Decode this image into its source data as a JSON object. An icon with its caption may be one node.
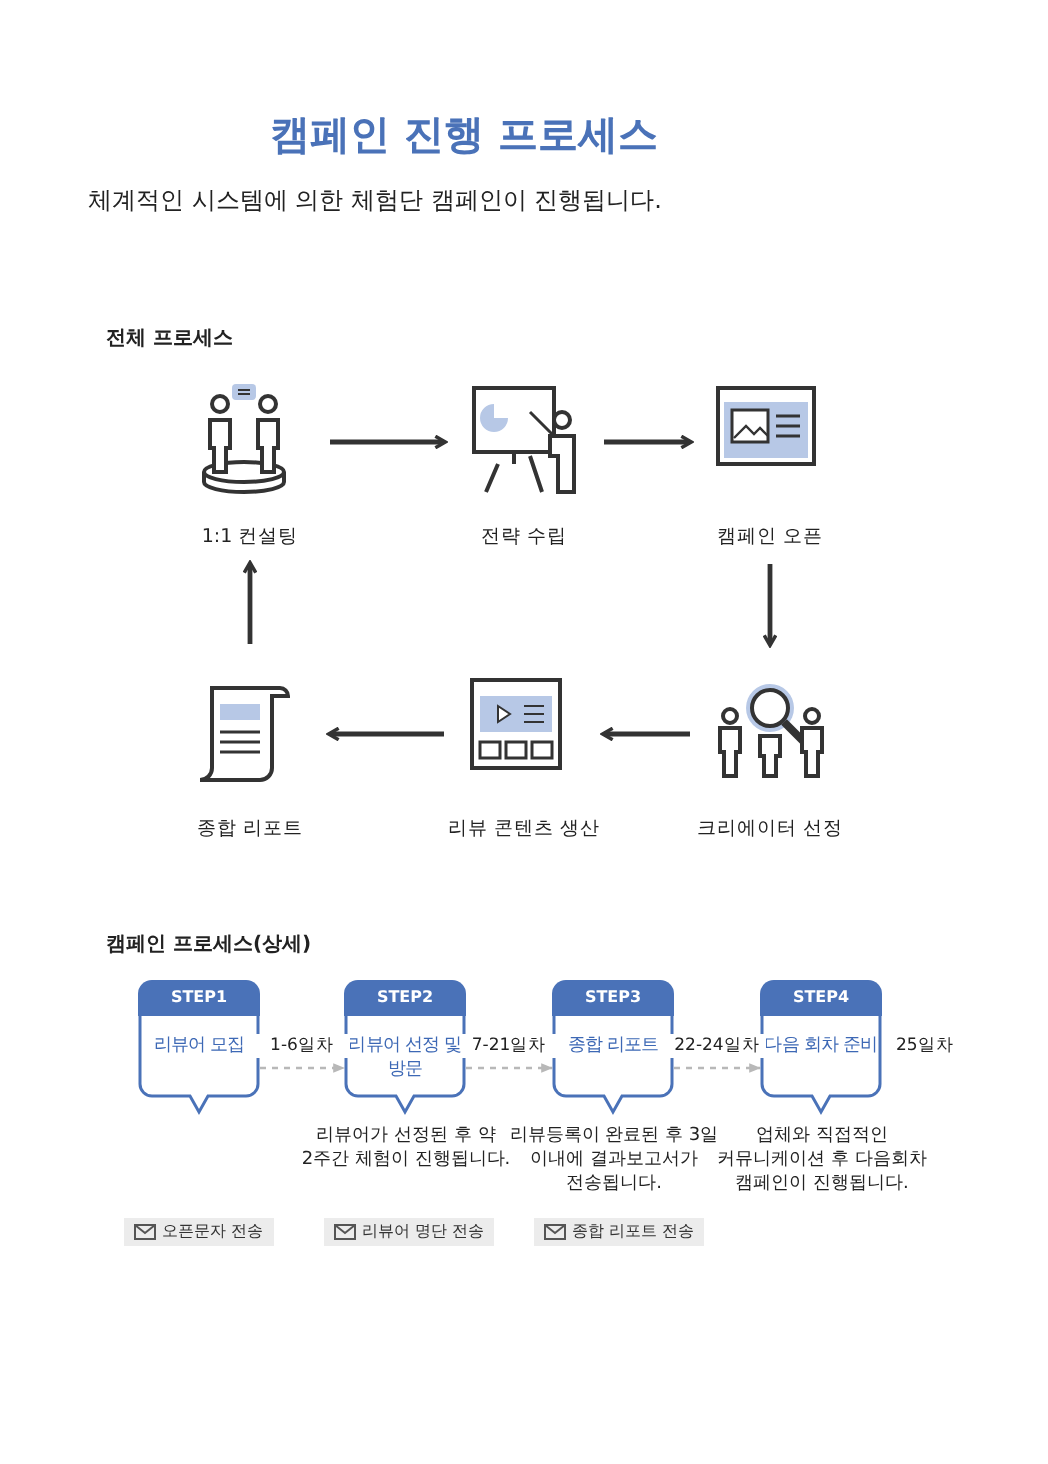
{
  "diagram": {
    "title": "캠페인 진행 프로세스",
    "nodes": [
      {
        "text": [
          "1:1 컨설팅"
        ]
      },
      {
        "text": [
          "전략 수립"
        ]
      },
      {
        "text": [
          "캠페인 오픈"
        ]
      },
      {
        "text": [
          "크리에이터 선정"
        ]
      },
      {
        "text": [
          "리뷰 콘텐츠 생산"
        ]
      },
      {
        "text": [
          "종합 리포트"
        ]
      },
      {
        "text": [
          "STEP1",
          "리뷰어 모집"
        ]
      },
      {
        "text": [
          "STEP2",
          "리뷰어 선정 및 방문"
        ],
        "beside": [
          "리뷰어가 선정된 후 약 2주간 체험이 진행됩니다."
        ]
      },
      {
        "text": [
          "STEP3",
          "종합 리포트"
        ],
        "beside": [
          "리뷰등록이 완료된 후 3일 이내에 결과보고서가 전송됩니다."
        ]
      },
      {
        "text": [
          "STEP4",
          "다음 회차 준비"
        ],
        "beside": [
          "업체와 직접적인 커뮤니케이션 후 다음회차 캠페인이 진행됩니다."
        ]
      }
    ],
    "edges": [
      {
        "from": 0,
        "to": 1,
        "arrow": "to"
      },
      {
        "from": 1,
        "to": 2,
        "arrow": "to"
      },
      {
        "from": 2,
        "to": 3,
        "arrow": "to"
      },
      {
        "from": 3,
        "to": 4,
        "arrow": "to"
      },
      {
        "from": 4,
        "to": 5,
        "arrow": "to"
      },
      {
        "from": 5,
        "to": 0,
        "arrow": "to"
      },
      {
        "from": 6,
        "to": 7,
        "arrow": "to",
        "label": "1-6일차",
        "style": "dashed",
        "color": "#b8b8b8"
      },
      {
        "from": 7,
        "to": 8,
        "arrow": "to",
        "label": "7-21일차",
        "style": "dashed",
        "color": "#b8b8b8"
      },
      {
        "from": 8,
        "to": 9,
        "arrow": "to",
        "label": "22-24일차",
        "style": "dashed",
        "color": "#b8b8b8"
      }
    ],
    "labels": [
      "체계적인 시스템에 의한 체험단 캠페인이 진행됩니다.",
      "전체 프로세스",
      "캠페인 프로세스(상세)",
      "25일차",
      "오픈문자 전송",
      "리뷰어 명단 전송",
      "종합 리포트 전송"
    ]
  }
}
